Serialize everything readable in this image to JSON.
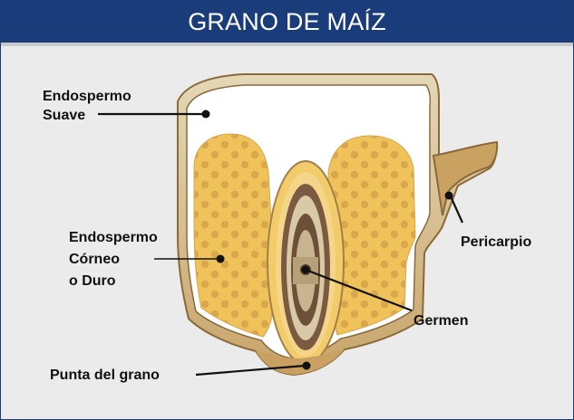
{
  "title": "GRANO DE MAÍZ",
  "labels": {
    "soft_endosperm": [
      "Endospermo",
      "Suave"
    ],
    "hard_endosperm": [
      "Endospermo",
      "Córneo",
      "o Duro"
    ],
    "pericarp": "Pericarpio",
    "germ": "Germen",
    "tip": "Punta del grano"
  },
  "colors": {
    "header": "#1a3c7b",
    "background": "#ebebeb",
    "hull": "#c8a86a",
    "hard_endosperm": "#f0c35a",
    "soft_endosperm": "#ffffff",
    "germ_dark": "#7a5b42"
  }
}
